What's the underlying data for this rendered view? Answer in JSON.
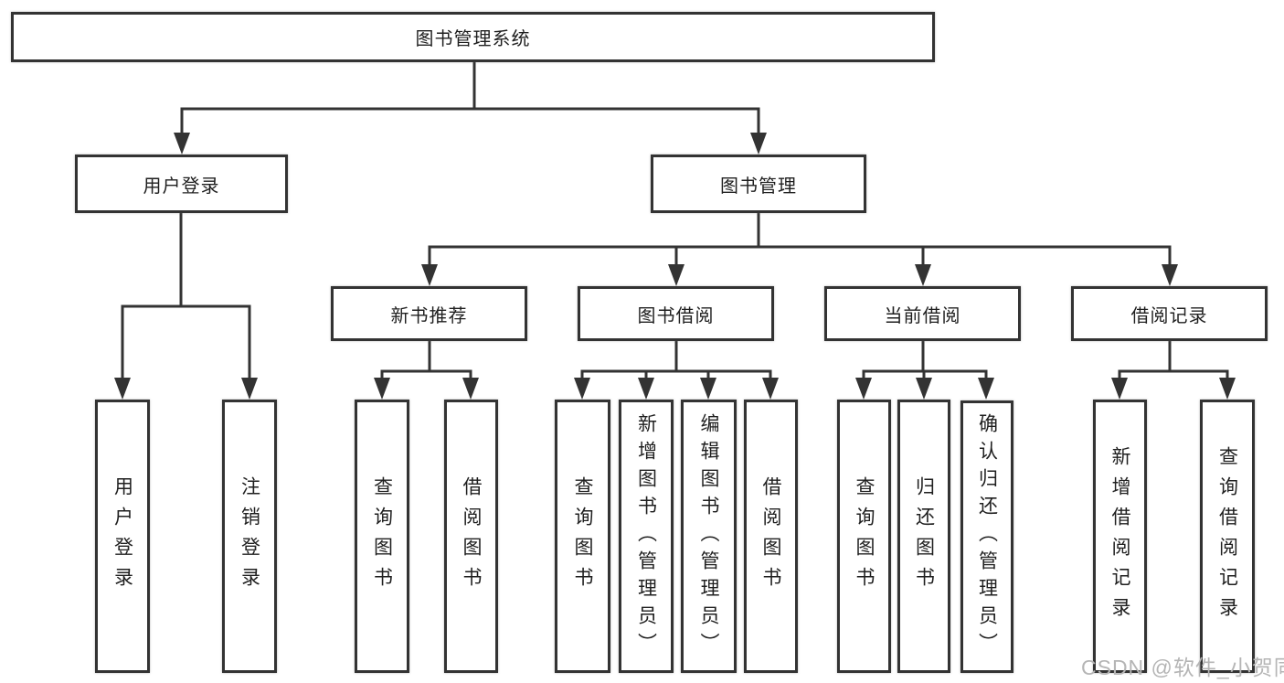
{
  "diagram_title": "图书管理系统",
  "tree": {
    "root": {
      "label": "图书管理系统"
    },
    "branches": [
      {
        "label": "用户登录",
        "children": [
          {
            "label": "用户登录"
          },
          {
            "label": "注销登录"
          }
        ]
      },
      {
        "label": "图书管理",
        "children": [
          {
            "label": "新书推荐",
            "children": [
              {
                "label": "查询图书"
              },
              {
                "label": "借阅图书"
              }
            ]
          },
          {
            "label": "图书借阅",
            "children": [
              {
                "label": "查询图书"
              },
              {
                "label": "新增图书（管理员）"
              },
              {
                "label": "编辑图书（管理员）"
              },
              {
                "label": "借阅图书"
              }
            ]
          },
          {
            "label": "当前借阅",
            "children": [
              {
                "label": "查询图书"
              },
              {
                "label": "归还图书"
              },
              {
                "label": "确认归还（管理员）"
              }
            ]
          },
          {
            "label": "借阅记录",
            "children": [
              {
                "label": "新增借阅记录"
              },
              {
                "label": "查询借阅记录"
              }
            ]
          }
        ]
      }
    ]
  },
  "watermark": {
    "text": "CSDN @软件_小贺同学"
  },
  "colors": {
    "line": "#333333",
    "text": "#1f1f1f",
    "watermark": "#b5b5b5",
    "background": "#ffffff"
  }
}
